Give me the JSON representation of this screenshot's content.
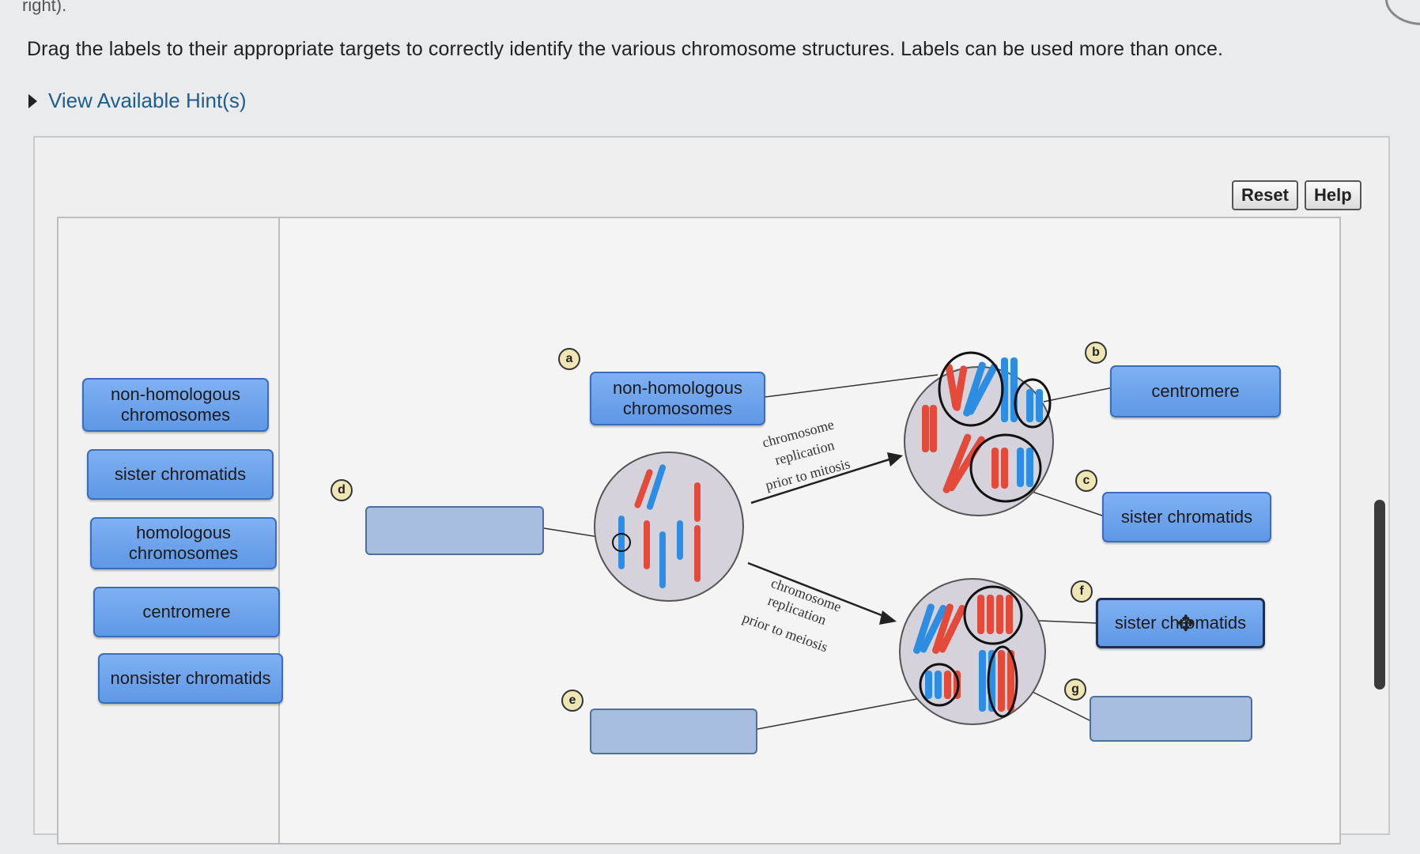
{
  "top_text": "right).",
  "instructions": "Drag the labels to their appropriate targets to correctly identify the various chromosome structures. Labels can be used more than once.",
  "hint_link": "View Available Hint(s)",
  "buttons": {
    "reset": "Reset",
    "help": "Help"
  },
  "label_bank": [
    "non-homologous chromosomes",
    "sister chromatids",
    "homologous chromosomes",
    "centromere",
    "nonsister chromatids"
  ],
  "target_letters": [
    "a",
    "b",
    "c",
    "d",
    "e",
    "f",
    "g"
  ],
  "placed_labels": {
    "a": "non-homologous chromosomes",
    "b": "centromere",
    "c": "sister chromatids",
    "f": "sister chromatids"
  },
  "arrow_texts": {
    "mitosis": [
      "chromosome",
      "replication",
      "prior to mitosis"
    ],
    "meiosis": [
      "chromosome",
      "replication",
      "prior to meiosis"
    ]
  },
  "colors": {
    "chip_fill": "#6fa5ee",
    "chip_border": "#3b6db8",
    "red": "#e44a3a",
    "blue": "#2d8de2"
  },
  "icons": {
    "move": "move-cursor-icon"
  }
}
